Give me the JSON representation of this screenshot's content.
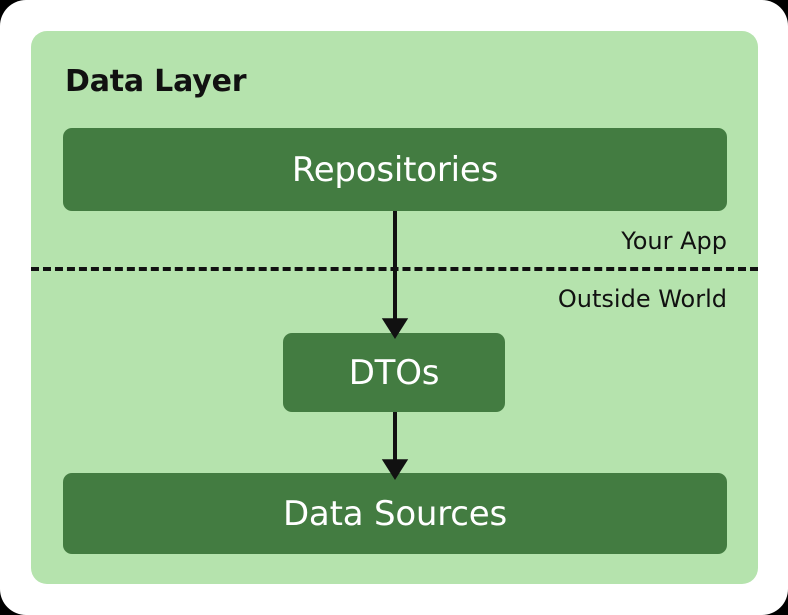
{
  "diagram": {
    "title": "Data Layer",
    "theme": {
      "panel_fill": "#b5e3ad",
      "node_fill": "#437c41",
      "node_text": "#ffffff",
      "title_text": "#111111",
      "arrow_stroke": "#111111",
      "page_background": "#ffffff"
    },
    "nodes": [
      {
        "id": "repositories",
        "label": "Repositories"
      },
      {
        "id": "dtos",
        "label": "DTOs"
      },
      {
        "id": "data_sources",
        "label": "Data Sources"
      }
    ],
    "boundary": {
      "style": "dashed",
      "above_label": "Your App",
      "below_label": "Outside World"
    },
    "edges": [
      {
        "from": "repositories",
        "to": "dtos",
        "arrow": "down",
        "crosses_boundary": true
      },
      {
        "from": "dtos",
        "to": "data_sources",
        "arrow": "down",
        "crosses_boundary": false
      }
    ]
  }
}
